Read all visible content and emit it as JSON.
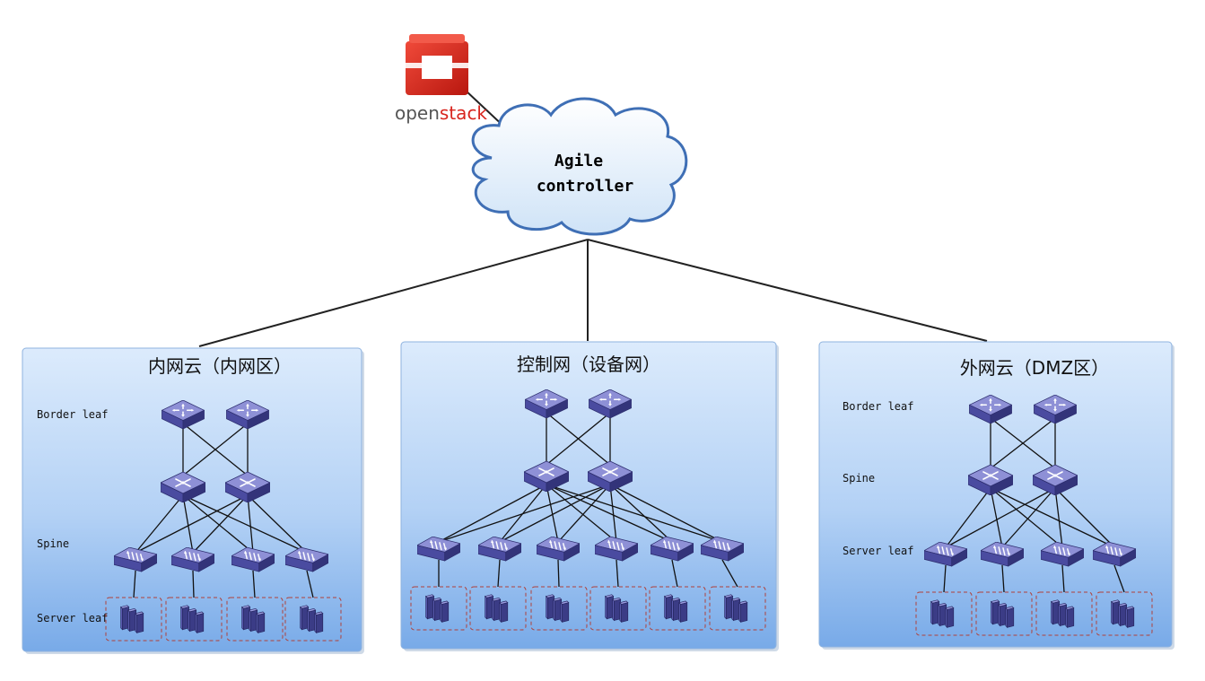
{
  "openstack": {
    "word_open": "open",
    "word_stack": "stack",
    "icon": "openstack-logo-icon"
  },
  "controller": {
    "line1": "Agile",
    "line2": "controller",
    "icon": "cloud-icon"
  },
  "panels": [
    {
      "title": "内网云（内网区）",
      "labels": {
        "border": "Border leaf",
        "spine": "Spine",
        "server": "Server leaf"
      },
      "border_count": 2,
      "spine_count": 2,
      "leaf_count": 4,
      "server_count": 4
    },
    {
      "title": "控制网（设备网）",
      "labels": null,
      "border_count": 2,
      "spine_count": 2,
      "leaf_count": 6,
      "server_count": 6
    },
    {
      "title": "外网云（DMZ区）",
      "labels": {
        "border": "Border leaf",
        "spine": "Spine",
        "server": "Server leaf"
      },
      "border_count": 2,
      "spine_count": 2,
      "leaf_count": 4,
      "server_count": 4
    }
  ],
  "colors": {
    "panel_top": "#d6e8fb",
    "panel_bottom": "#7fb0ea",
    "device_top": "#8d8fd4",
    "device_side": "#3e3f8c",
    "openstack_red": "#d8251e",
    "cloud_stroke": "#3f6fb5"
  }
}
